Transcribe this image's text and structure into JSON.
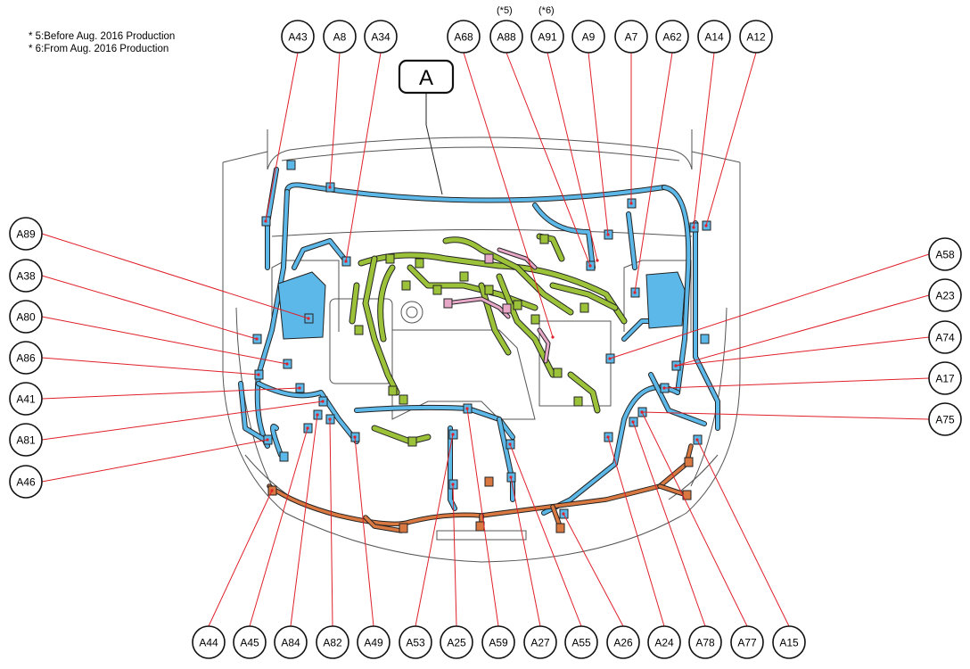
{
  "notes": [
    "* 5:Before Aug. 2016 Production",
    "* 6:From Aug. 2016 Production"
  ],
  "main_label": "A",
  "variant_marks": {
    "a88": "(*5)",
    "a91": "(*6)"
  },
  "colors": {
    "blue_harness": "#5bb8e8",
    "green_harness": "#9cc23a",
    "orange_harness": "#d97840",
    "pink_harness": "#e7a8c8",
    "leader": "#e0202a",
    "outline": "#555555"
  },
  "top_labels": [
    "A43",
    "A8",
    "A34",
    "A68",
    "A88",
    "A91",
    "A9",
    "A7",
    "A62",
    "A14",
    "A12"
  ],
  "left_labels": [
    "A89",
    "A38",
    "A80",
    "A86",
    "A41",
    "A81",
    "A46"
  ],
  "right_labels": [
    "A58",
    "A23",
    "A74",
    "A17",
    "A75"
  ],
  "bottom_labels": [
    "A44",
    "A45",
    "A84",
    "A82",
    "A49",
    "A53",
    "A25",
    "A59",
    "A27",
    "A55",
    "A26",
    "A24",
    "A78",
    "A77",
    "A15"
  ]
}
